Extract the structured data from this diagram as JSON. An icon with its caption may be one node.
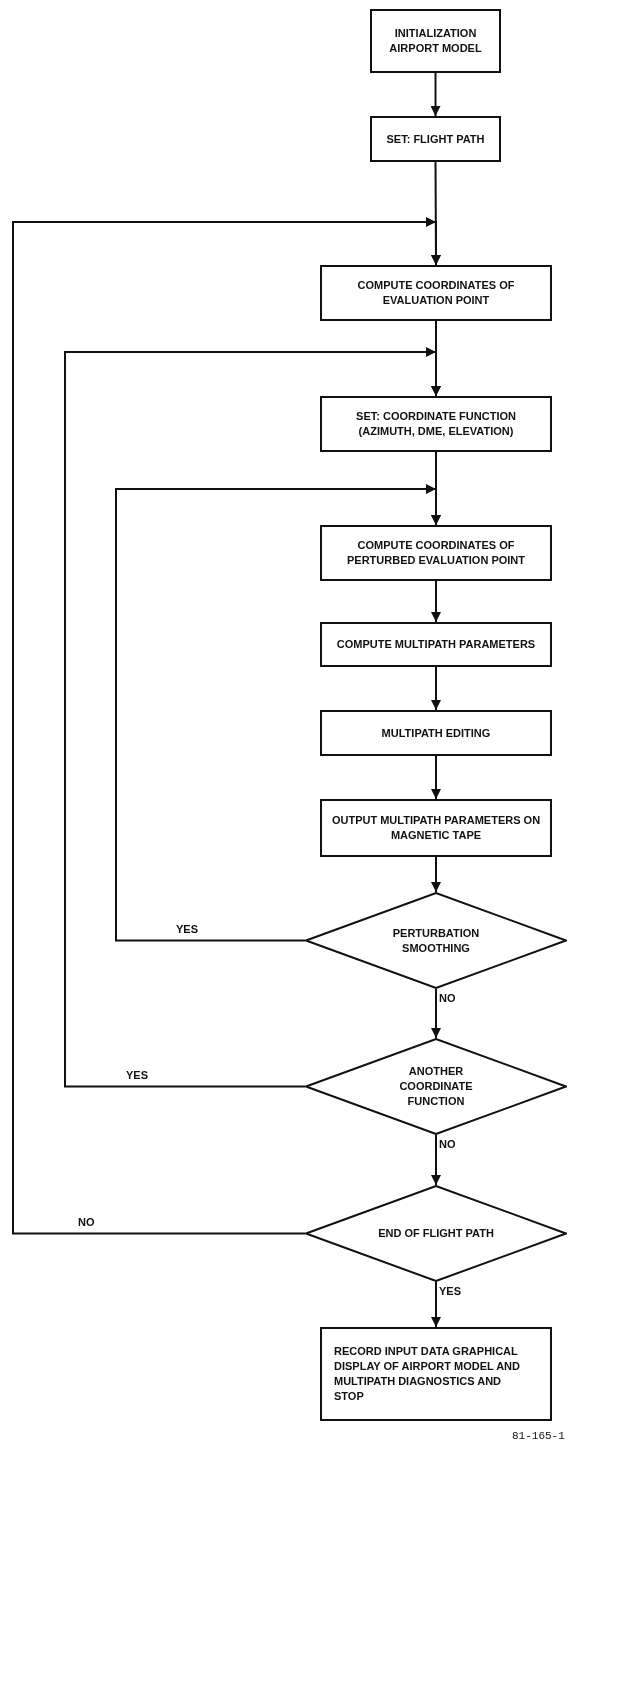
{
  "diagram": {
    "nodes": [
      {
        "text": [
          "INITIALIZATION AIRPORT MODEL"
        ]
      },
      {
        "text": [
          "SET: FLIGHT PATH"
        ]
      },
      {
        "text": [
          "COMPUTE COORDINATES OF EVALUATION POINT"
        ]
      },
      {
        "text": [
          "SET: COORDINATE FUNCTION (AZIMUTH, DME, ELEVATION)"
        ]
      },
      {
        "text": [
          "COMPUTE COORDINATES OF PERTURBED EVALUATION POINT"
        ]
      },
      {
        "text": [
          "COMPUTE MULTIPATH PARAMETERS"
        ]
      },
      {
        "text": [
          "MULTIPATH EDITING"
        ]
      },
      {
        "text": [
          "OUTPUT MULTIPATH PARAMETERS ON MAGNETIC TAPE"
        ]
      },
      {
        "text": [
          "PERTURBATION SMOOTHING"
        ]
      },
      {
        "text": [
          "ANOTHER COORDINATE FUNCTION"
        ]
      },
      {
        "text": [
          "END OF FLIGHT PATH"
        ]
      },
      {
        "text": [
          "RECORD INPUT DATA GRAPHICAL DISPLAY OF AIRPORT MODEL AND MULTIPATH DIAGNOSTICS AND STOP"
        ]
      }
    ],
    "edges": [
      {
        "from": 0,
        "to": 1,
        "arrow": "to"
      },
      {
        "from": 1,
        "to": 2,
        "arrow": "to"
      },
      {
        "from": 2,
        "to": 3,
        "arrow": "to"
      },
      {
        "from": 3,
        "to": 4,
        "arrow": "to"
      },
      {
        "from": 4,
        "to": 5,
        "arrow": "to"
      },
      {
        "from": 5,
        "to": 6,
        "arrow": "to"
      },
      {
        "from": 6,
        "to": 7,
        "arrow": "to"
      },
      {
        "from": 7,
        "to": 8,
        "arrow": "to"
      },
      {
        "from": 8,
        "to": 4,
        "arrow": "to",
        "label": "YES"
      },
      {
        "from": 8,
        "to": 9,
        "arrow": "to",
        "label": "NO"
      },
      {
        "from": 9,
        "to": 3,
        "arrow": "to",
        "label": "YES"
      },
      {
        "from": 9,
        "to": 10,
        "arrow": "to",
        "label": "NO"
      },
      {
        "from": 10,
        "to": 2,
        "arrow": "to",
        "label": "NO"
      },
      {
        "from": 10,
        "to": 11,
        "arrow": "to",
        "label": "YES"
      }
    ],
    "labels": [
      "81-165-1"
    ]
  }
}
